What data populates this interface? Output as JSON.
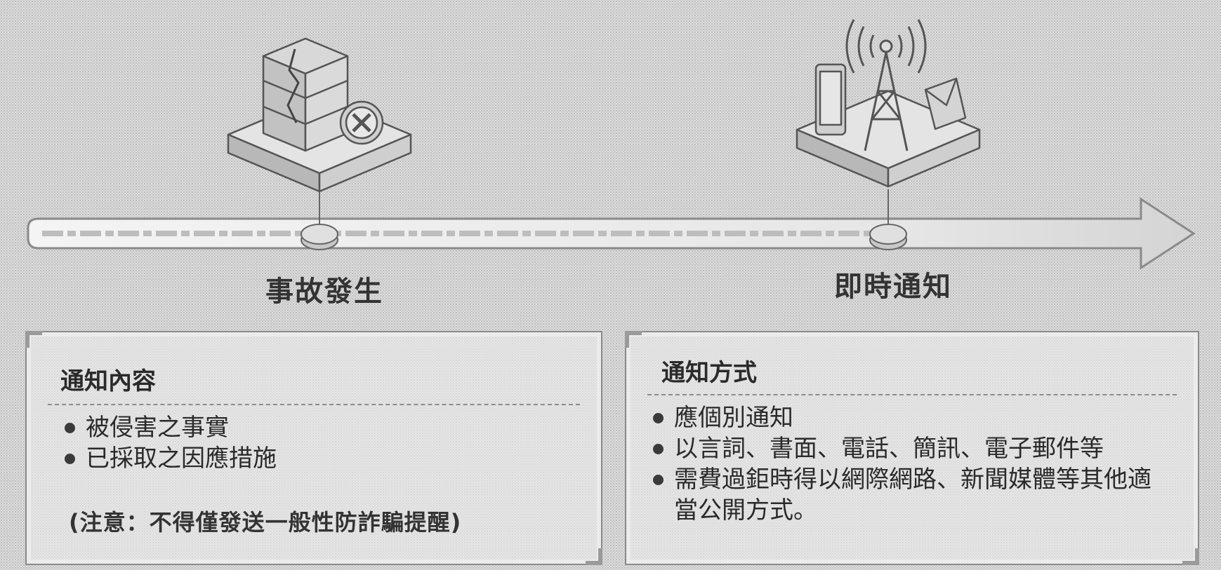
{
  "timeline": {
    "stages": [
      {
        "label": "事故發生",
        "icon": "server-attack-icon"
      },
      {
        "label": "即時通知",
        "icon": "broadcast-tower-icon"
      }
    ]
  },
  "panels": {
    "content": {
      "title": "通知內容",
      "items": [
        "被侵害之事實",
        "已採取之因應措施"
      ],
      "note": "(注意：不得僅發送一般性防詐騙提醒)"
    },
    "method": {
      "title": "通知方式",
      "items": [
        "應個別通知",
        "以言詞、書面、電話、簡訊、電子郵件等",
        "需費過鉅時得以網際網路、新聞媒體等其他適當公開方式。"
      ]
    }
  }
}
